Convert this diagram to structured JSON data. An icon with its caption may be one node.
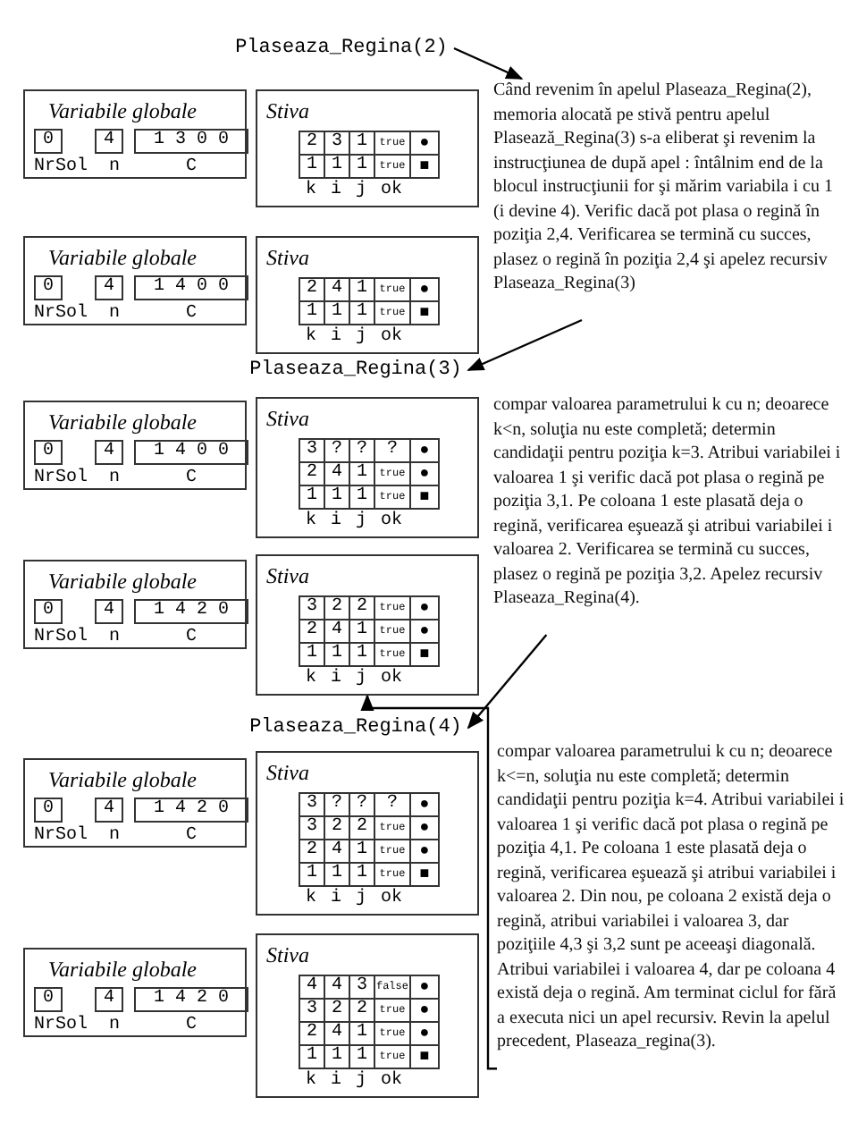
{
  "diagram": {
    "nodes": [
      {
        "text": [
          "Plaseaza_Regina(2)"
        ]
      },
      {
        "text": [
          "Variabile globale",
          "0",
          "4",
          "1 3 0 0",
          "NrSol",
          "n",
          "C"
        ]
      },
      {
        "text": [
          "Stiva",
          "2",
          "3",
          "1",
          "true",
          "●",
          "1",
          "1",
          "1",
          "true",
          "■",
          "k",
          "i",
          "j",
          "ok"
        ]
      },
      {
        "text": [
          "Când revenim în apelul Plaseaza_Regina(2), memoria alocată pe stivă pentru apelul Plasează_Regina(3) s-a eliberat şi revenim la instrucţiunea de după apel : întâlnim end de la blocul instrucţiunii for şi mărim variabila i cu 1 (i devine 4). Verific dacă pot plasa o regină în poziţia 2,4. Verificarea se termină cu succes, plasez o regină în poziţia 2,4 şi apelez recursiv Plaseaza_Regina(3)"
        ]
      },
      {
        "text": [
          "Variabile globale",
          "0",
          "4",
          "1 4 0 0",
          "NrSol",
          "n",
          "C"
        ]
      },
      {
        "text": [
          "Stiva",
          "2",
          "4",
          "1",
          "true",
          "●",
          "1",
          "1",
          "1",
          "true",
          "■",
          "k",
          "i",
          "j",
          "ok"
        ]
      },
      {
        "text": [
          "Plaseaza_Regina(3)"
        ]
      },
      {
        "text": [
          "Variabile globale",
          "0",
          "4",
          "1 4 0 0",
          "NrSol",
          "n",
          "C"
        ]
      },
      {
        "text": [
          "Stiva",
          "3",
          "?",
          "?",
          "?",
          "●",
          "2",
          "4",
          "1",
          "true",
          "●",
          "1",
          "1",
          "1",
          "true",
          "■",
          "k",
          "i",
          "j",
          "ok"
        ]
      },
      {
        "text": [
          "compar valoarea parametrului k cu n; deoarece k<n, soluţia nu este completă; determin candidaţii pentru poziţia k=3. Atribui variabilei i valoarea 1 şi verific dacă pot plasa o regină pe poziţia 3,1. Pe coloana 1 este plasată deja o regină, verificarea eşuează şi atribui variabilei i valoarea 2. Verificarea se termină cu succes, plasez o regină pe poziţia 3,2. Apelez recursiv Plaseaza_Regina(4)."
        ]
      },
      {
        "text": [
          "Variabile globale",
          "0",
          "4",
          "1 4 2 0",
          "NrSol",
          "n",
          "C"
        ]
      },
      {
        "text": [
          "Stiva",
          "3",
          "2",
          "2",
          "true",
          "●",
          "2",
          "4",
          "1",
          "true",
          "●",
          "1",
          "1",
          "1",
          "true",
          "■",
          "k",
          "i",
          "j",
          "ok"
        ]
      },
      {
        "text": [
          "Plaseaza_Regina(4)"
        ]
      },
      {
        "text": [
          "Variabile globale",
          "0",
          "4",
          "1 4 2 0",
          "NrSol",
          "n",
          "C"
        ]
      },
      {
        "text": [
          "Stiva",
          "3",
          "?",
          "?",
          "?",
          "●",
          "3",
          "2",
          "2",
          "true",
          "●",
          "2",
          "4",
          "1",
          "true",
          "●",
          "1",
          "1",
          "1",
          "true",
          "■",
          "k",
          "i",
          "j",
          "ok"
        ]
      },
      {
        "text": [
          "compar valoarea parametrului k cu n; deoarece k<=n, soluţia nu este completă; determin candidaţii pentru poziţia k=4. Atribui variabilei i valoarea 1 şi verific dacă pot plasa o regină pe poziţia 4,1. Pe coloana 1 este plasată deja o regină, verificarea eşuează şi atribui variabilei i valoarea 2. Din nou, pe coloana 2 există deja o regină, atribui variabilei i valoarea 3, dar poziţiile 4,3 şi 3,2 sunt pe aceeaşi diagonală. Atribui variabilei i valoarea 4, dar pe coloana 4 există deja o regină. Am terminat ciclul for fără a executa nici un apel recursiv. Revin la apelul precedent, Plaseaza_regina(3)."
        ]
      },
      {
        "text": [
          "Variabile globale",
          "0",
          "4",
          "1 4 2 0",
          "NrSol",
          "n",
          "C"
        ]
      },
      {
        "text": [
          "Stiva",
          "4",
          "4",
          "3",
          "false",
          "●",
          "3",
          "2",
          "2",
          "true",
          "●",
          "2",
          "4",
          "1",
          "true",
          "●",
          "1",
          "1",
          "1",
          "true",
          "■",
          "k",
          "i",
          "j",
          "ok"
        ]
      }
    ],
    "edges": [
      {
        "from": 0,
        "to": 3,
        "arrow": "to"
      },
      {
        "from": 3,
        "to": 6,
        "arrow": "to"
      },
      {
        "from": 9,
        "to": 12,
        "arrow": "to"
      },
      {
        "from": 15,
        "to": 11,
        "arrow": "to"
      }
    ]
  }
}
